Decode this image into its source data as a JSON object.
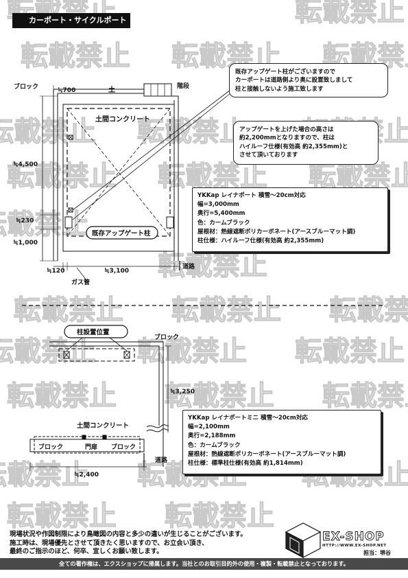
{
  "header": {
    "title": "カーポート・サイクルポート"
  },
  "watermark": {
    "text": "転載禁止"
  },
  "plan_top": {
    "labels": {
      "block": "ブロック",
      "width_700": "≒700",
      "soil": "土",
      "stairs": "階段",
      "concrete": "土間コンクリート",
      "depth_4500": "≒4,500",
      "dim_230": "≒230",
      "dim_1000": "≒1,000",
      "dim_120": "≒120",
      "dim_3100": "≒3,100",
      "gas_pipe": "ガス管",
      "road": "道路",
      "existing_post": "既存アップゲート柱"
    },
    "note_bubble_1": [
      "既存アップゲート柱がございますので",
      "カーポートは道路側より奥に設置致しまして",
      "柱と接触しないよう施工致します"
    ],
    "note_bubble_2": [
      "アップゲートを上げた場合の高さは",
      "約2,200mmとなりますので、柱は",
      "ハイルーフ仕様(有効高 約2,355mm)と",
      "させて頂いております"
    ],
    "spec": [
      "YKKap  レイナポート 積雪～20cm対応",
      "幅=3,000mm",
      "奥行=5,400mm",
      "色：カームブラック",
      "屋根材：熱線遮断ポリカーボネート(アースブルーマット調)",
      "柱仕様：ハイルーフ仕様(有効高 約2,355mm)"
    ]
  },
  "plan_bottom": {
    "labels": {
      "post_position": "柱設置位置",
      "block": "ブロック",
      "dim_3250": "≒3,250",
      "concrete": "土間コンクリート",
      "block_left": "ブロック",
      "gate_pillar": "門扉",
      "block_right": "ブロック",
      "road": "道路",
      "dim_2400": "≒2,400"
    },
    "spec": [
      "YKKap  レイナポートミニ 積雪～20cm対応",
      "幅=2,100mm",
      "奥行=2,188mm",
      "色：カームブラック",
      "屋根材：熱線遮断ポリカーボネート(アースブルーマット調)",
      "柱仕様：標準柱仕様(有効高 約1,814mm)"
    ]
  },
  "notes": [
    "現場状況や作図制限により鳥瞰図の内容と多少の違いが生じることがございます。",
    "施工時は、現場優先とさせて頂きたく思いますので、お立会い頂き、",
    "最終のご指示のほど、何卒、宜しくお願い致します。"
  ],
  "logo": {
    "name": "EX-SHOP",
    "url": "HTTP://WWW.EX-SHOP.NET",
    "staff": "担当：堺谷"
  },
  "footer": {
    "text": "全ての著作権は、エクスショップに帰属します。当社とのお取引目的外の使用・複製・転載禁止となっております。"
  }
}
